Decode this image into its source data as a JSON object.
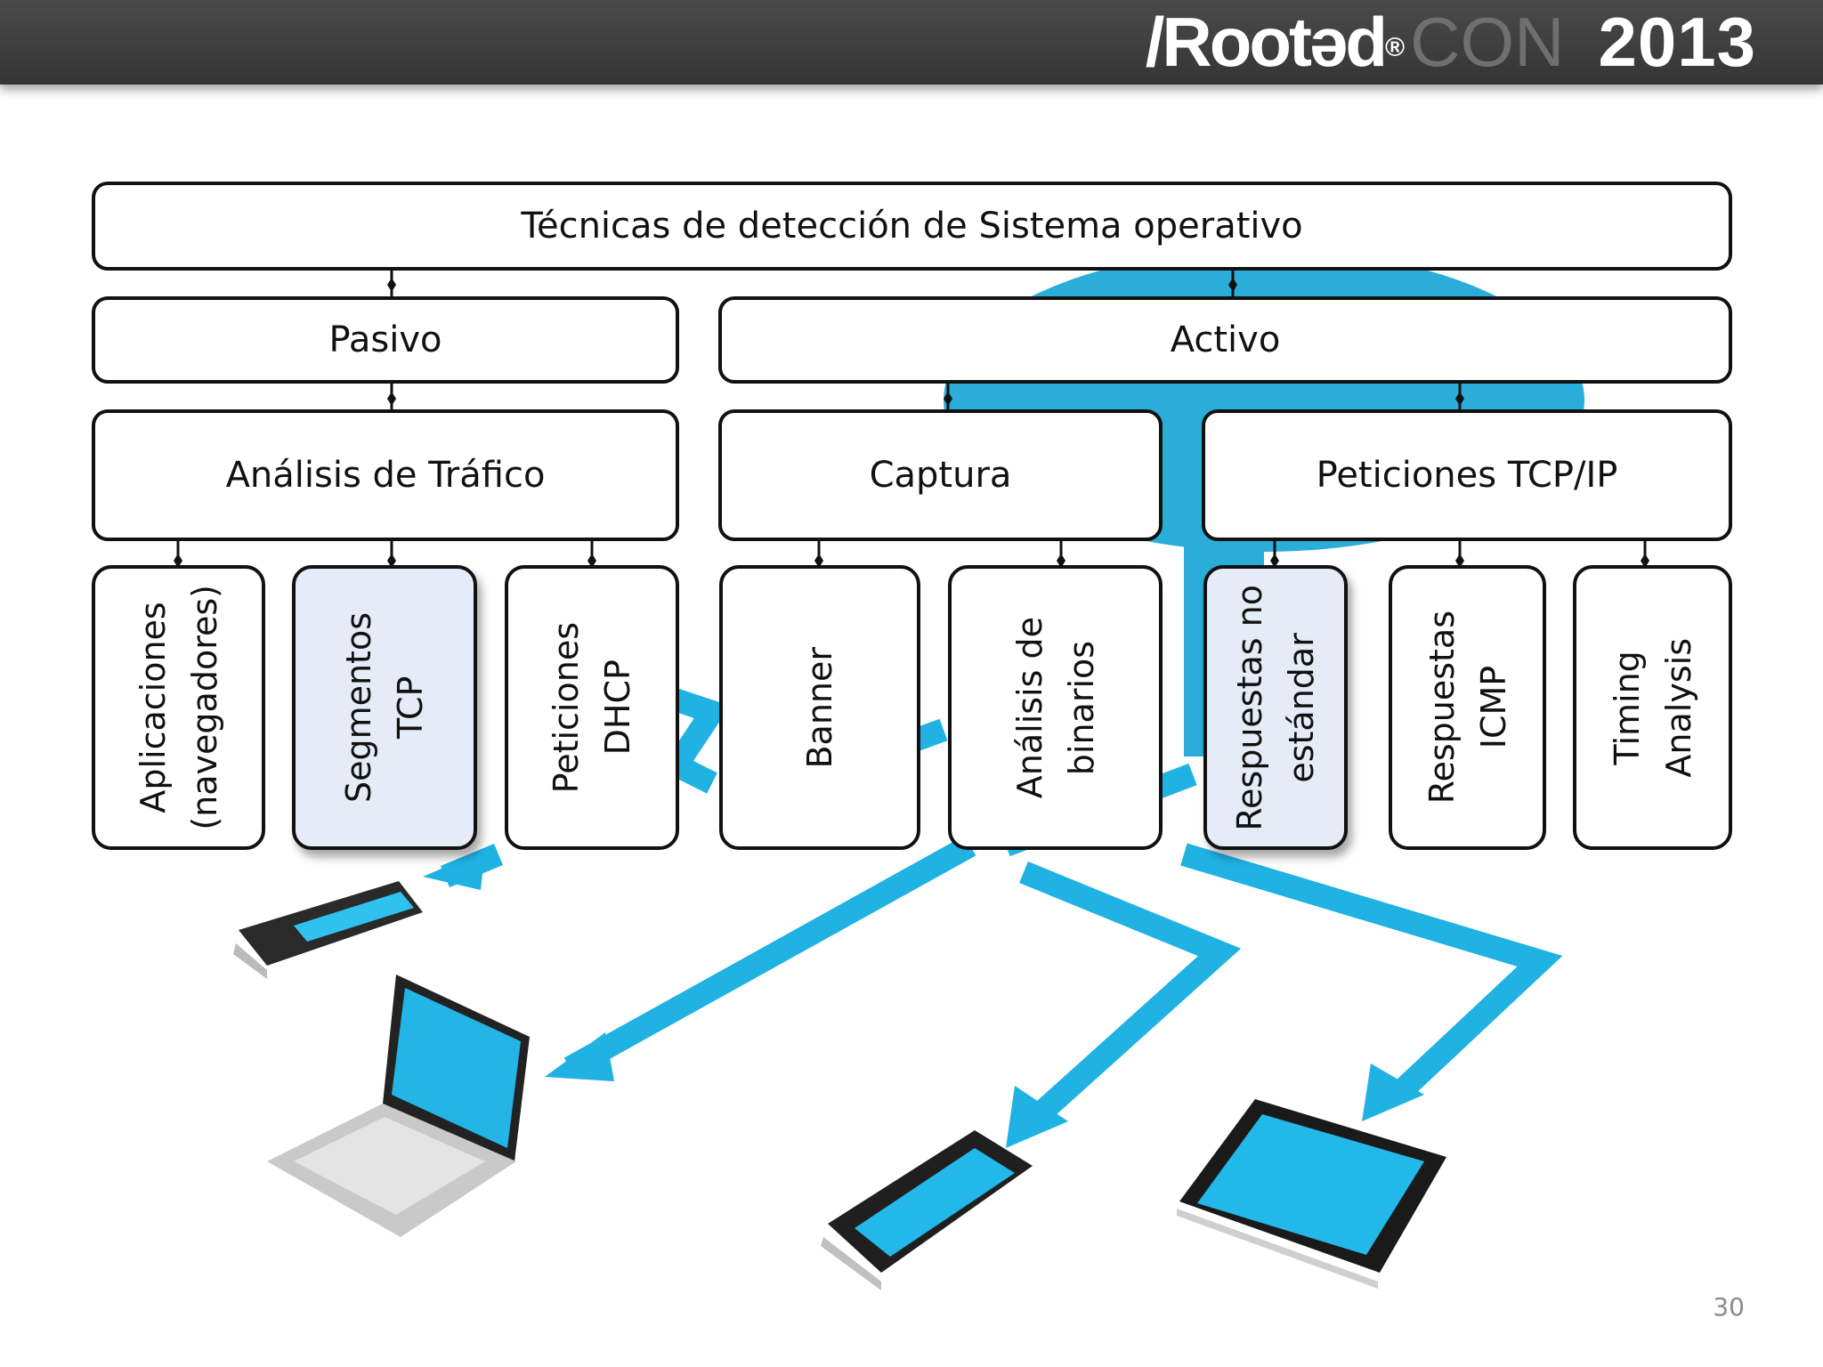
{
  "header": {
    "logo": {
      "part1": "/Rootəd",
      "registered": "®",
      "part2": "CON",
      "year": "2013"
    }
  },
  "diagram": {
    "root": "Técnicas de detección de Sistema operativo",
    "level1": {
      "pasivo": "Pasivo",
      "activo": "Activo"
    },
    "level2": {
      "analisis_trafico": "Análisis de Tráfico",
      "captura": "Captura",
      "peticiones_tcpip": "Peticiones TCP/IP"
    },
    "leaves": {
      "aplicaciones": [
        "Aplicaciones",
        "(navegadores)"
      ],
      "segmentos": [
        "Segmentos",
        "TCP"
      ],
      "peticiones_dhcp": [
        "Peticiones",
        "DHCP"
      ],
      "banner": [
        "Banner"
      ],
      "analisis_binarios": [
        "Análisis de",
        "binarios"
      ],
      "respuestas_no_estandar": [
        "Respuestas no",
        "estándar"
      ],
      "respuestas_icmp": [
        "Respuestas",
        "ICMP"
      ],
      "timing": [
        "Timing",
        "Analysis"
      ]
    }
  },
  "colors": {
    "accent_blue": "#20b4e0",
    "highlight": "#e6ecf7"
  },
  "page_number": "30"
}
